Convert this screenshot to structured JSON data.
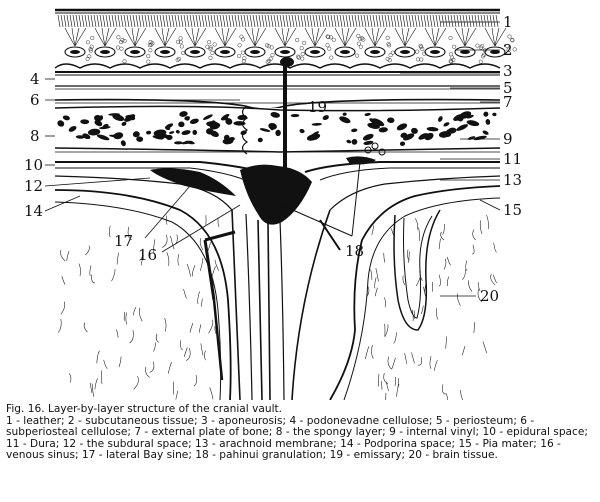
{
  "figure": {
    "labels": [
      "1",
      "2",
      "3",
      "4",
      "5",
      "6",
      "7",
      "8",
      "9",
      "10",
      "11",
      "12",
      "13",
      "14",
      "15",
      "16",
      "17",
      "18",
      "19",
      "20"
    ]
  },
  "caption": {
    "title": "Fig. 16. Layer-by-layer structure of the cranial vault.",
    "body": "1 - leather; 2 - subcutaneous tissue; 3 - aponeurosis; 4 - podonevadne cellulose; 5 - periosteum; 6 - subperiosteal cellulose; 7 - external plate of bone; 8 - the spongy layer; 9 - internal vinyl; 10 - epidural space; 11 - Dura; 12 - the subdural space; 13 - arachnoid membrane; 14 - Podporina space; 15 - Pia mater; 16 - venous sinus; 17 - lateral Bay sine; 18 - pahinui granulation; 19 - emissary; 20 - brain tissue."
  }
}
